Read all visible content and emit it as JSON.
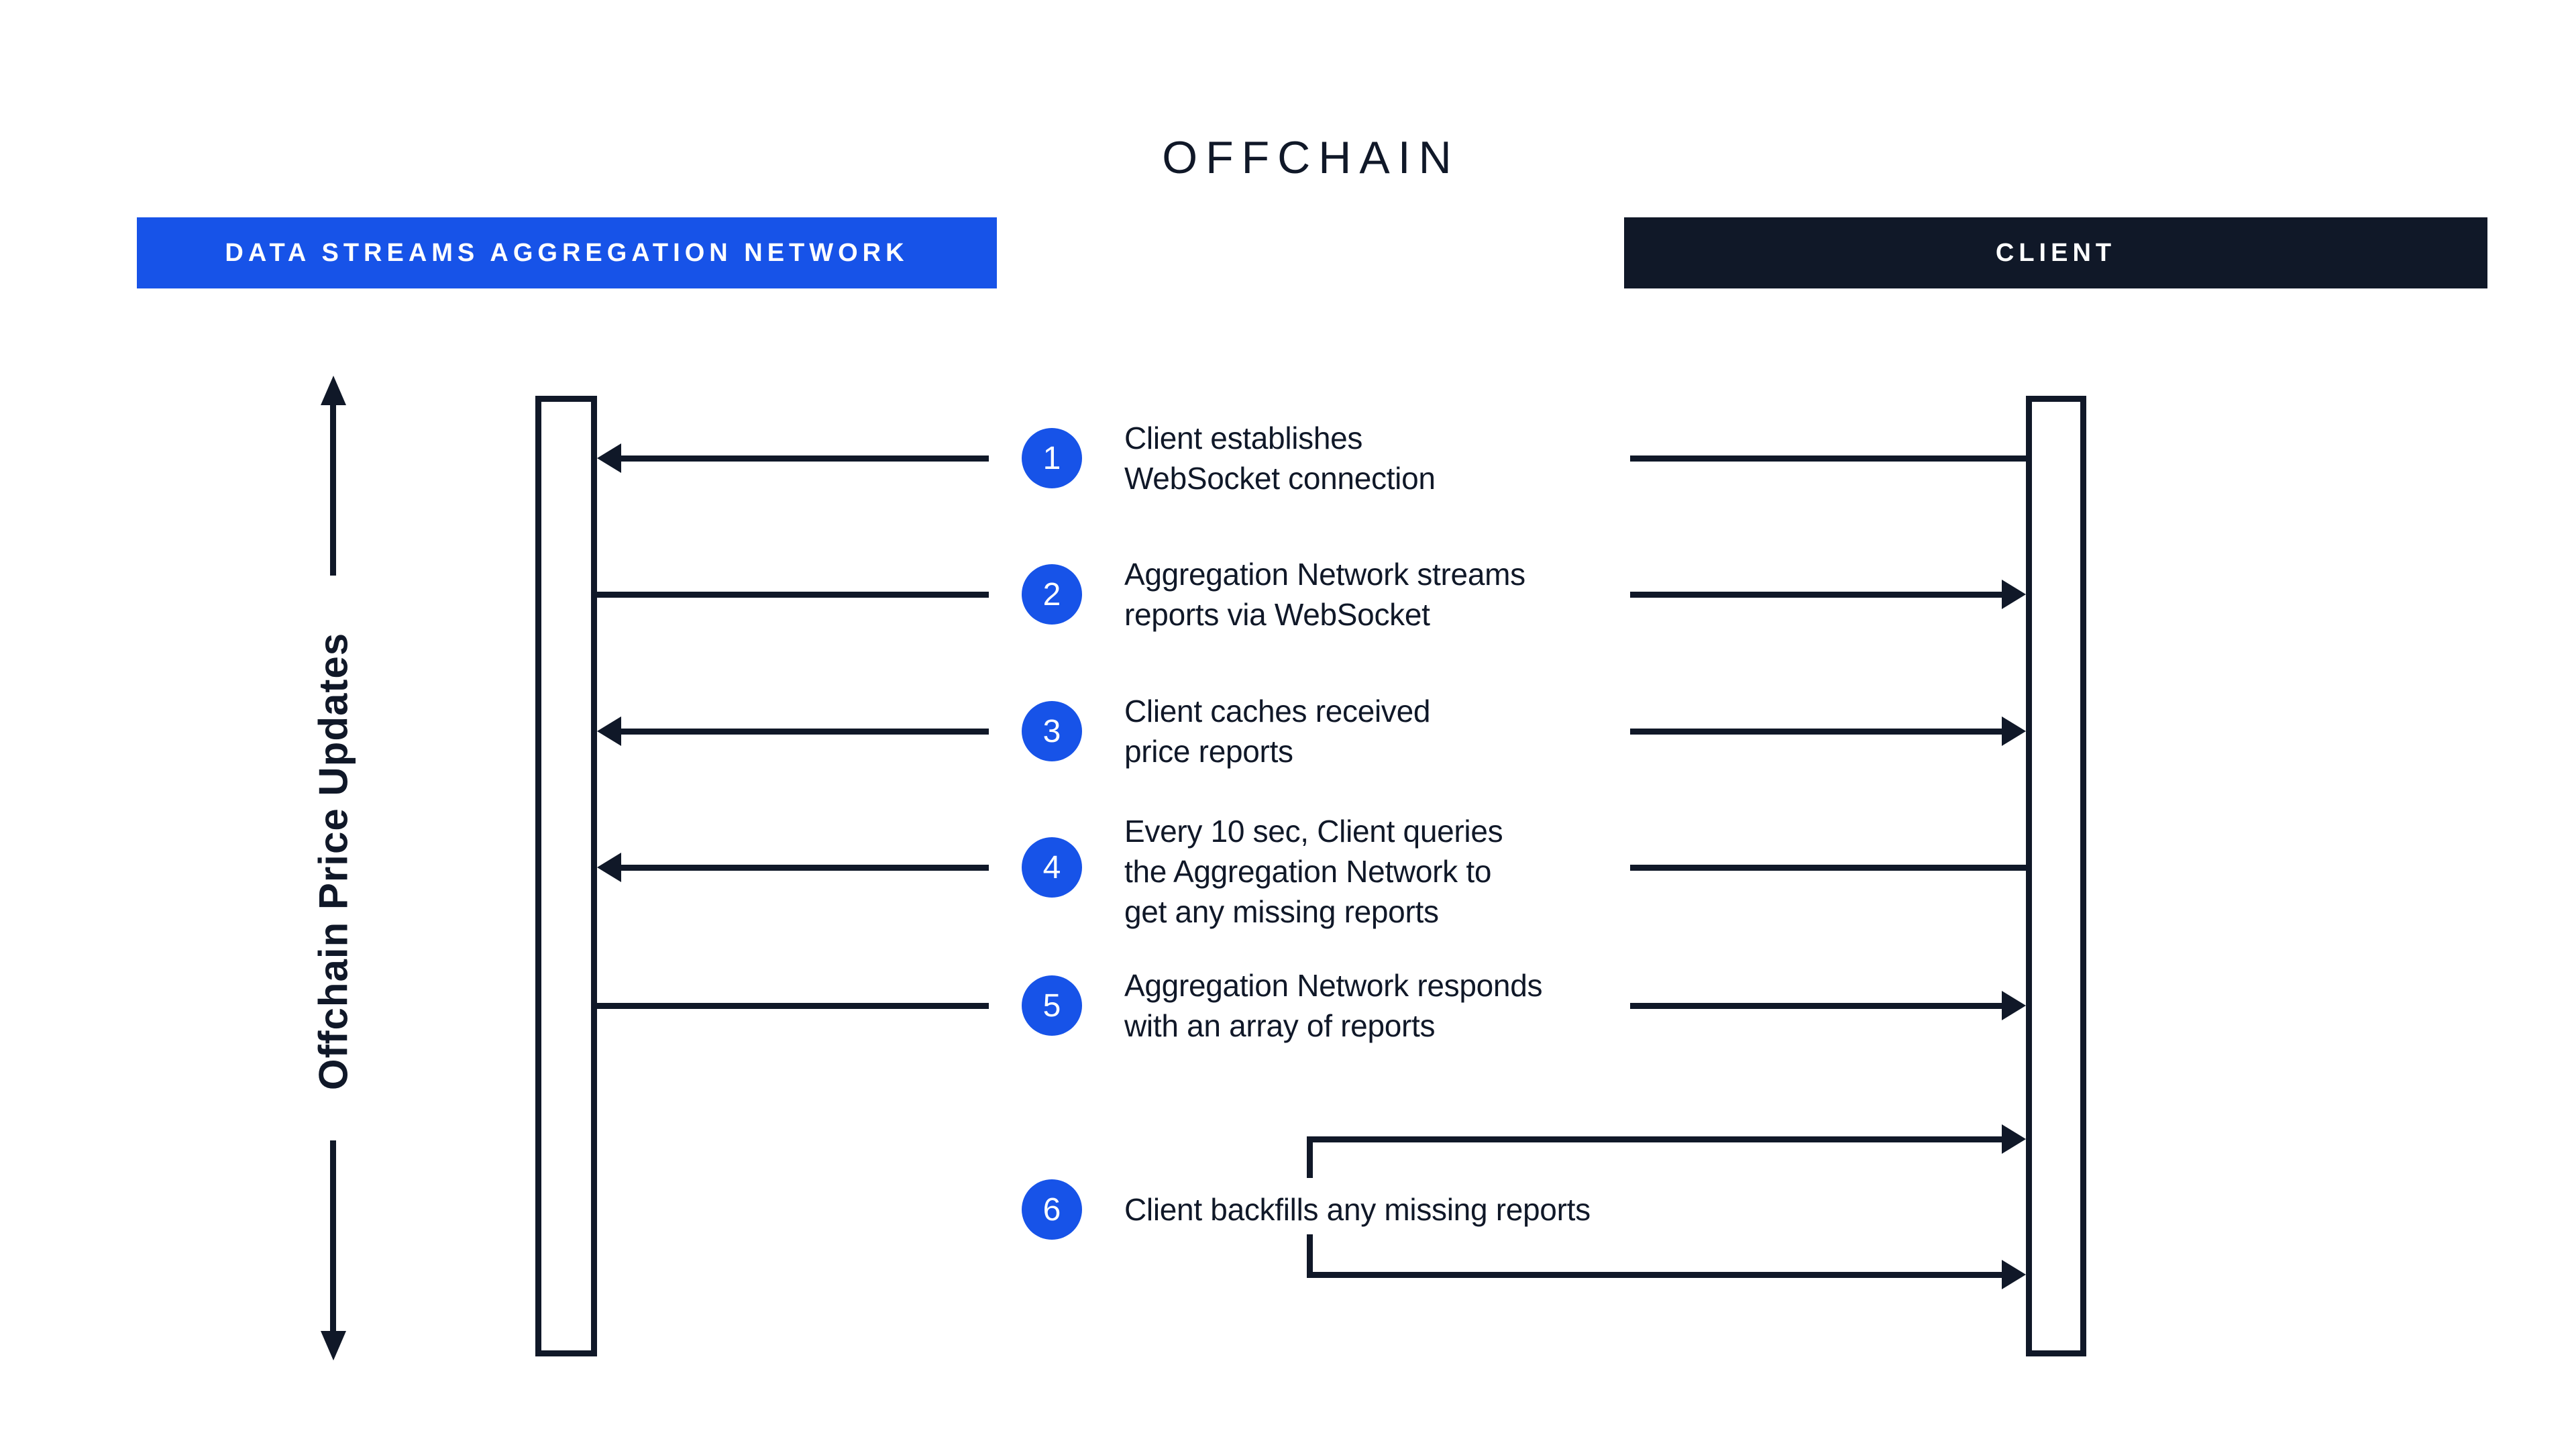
{
  "title": "OFFCHAIN",
  "colors": {
    "blue": "#1753E8",
    "ink": "#101828",
    "background": "#FFFFFF"
  },
  "actors": {
    "network": {
      "label": "DATA STREAMS AGGREGATION NETWORK"
    },
    "client": {
      "label": "CLIENT"
    }
  },
  "axis": {
    "label": "Offchain Price Updates"
  },
  "steps": [
    {
      "num": "1",
      "text": "Client establishes\nWebSocket connection"
    },
    {
      "num": "2",
      "text": "Aggregation Network streams\nreports via WebSocket"
    },
    {
      "num": "3",
      "text": "Client caches received\nprice reports"
    },
    {
      "num": "4",
      "text": "Every 10 sec, Client queries\nthe Aggregation Network to\nget any missing reports"
    },
    {
      "num": "5",
      "text": "Aggregation Network responds\nwith an array of reports"
    },
    {
      "num": "6",
      "text": "Client backfills any missing reports"
    }
  ]
}
